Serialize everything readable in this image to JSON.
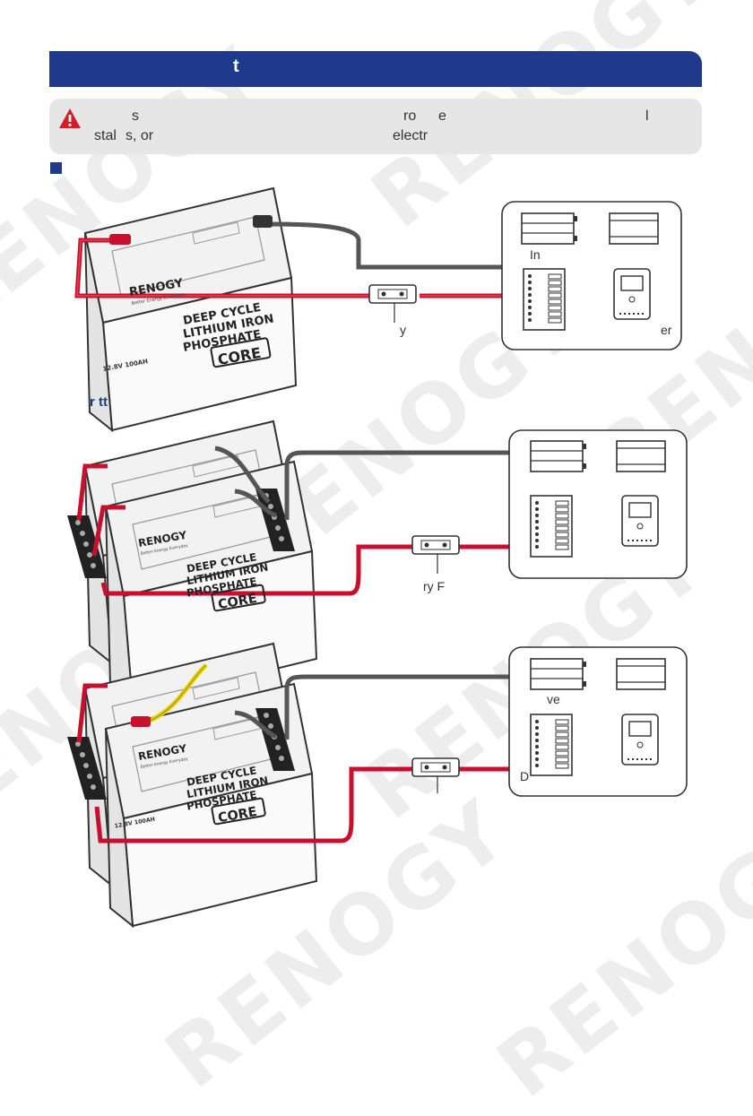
{
  "banner": {
    "title_fragment": "t"
  },
  "warning": {
    "line1": [
      "s",
      "ro",
      "e",
      "l"
    ],
    "line2": [
      "stal",
      "s, or",
      "electr"
    ]
  },
  "battery": {
    "brand": "RENOGY",
    "tagline": "Better Energy Everyday",
    "title_lines": [
      "DEEP CYCLE",
      "LITHIUM IRON",
      "PHOSPHATE"
    ],
    "model": "CORE",
    "rating": "12.8V 100AH"
  },
  "diagram1": {
    "inverter_label": "In",
    "fuse_label": "y",
    "right_label": "er"
  },
  "diagram2": {
    "section_label": "r tt",
    "fuse_label": "ry F"
  },
  "diagram3": {
    "inverter_label": "ve",
    "dc_label": "D"
  },
  "watermark": {
    "text": "RENOGY"
  },
  "colors": {
    "banner": "#1f3a8a",
    "positive_cable": "#c8102e",
    "negative_cable": "#555555",
    "link_cable": "#e8d000"
  }
}
